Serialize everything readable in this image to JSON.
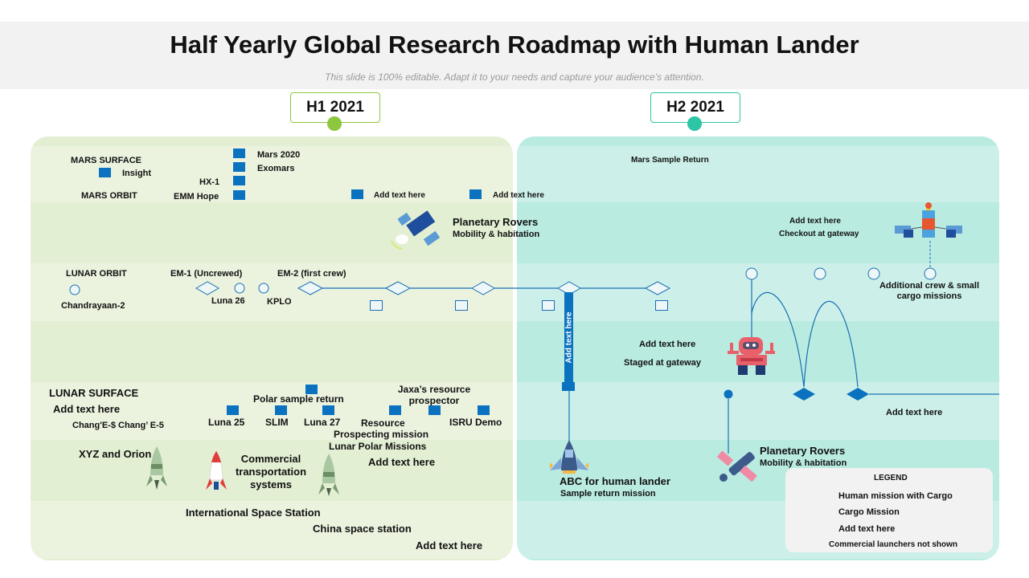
{
  "header": {
    "title": "Half Yearly Global  Research Roadmap with Human Lander",
    "subtitle": "This slide is 100% editable. Adapt it to your needs and capture your audience’s attention."
  },
  "periods": {
    "h1": {
      "label": "H1 2021",
      "color": "#8dc63f"
    },
    "h2": {
      "label": "H2 2021",
      "color": "#2ec4a6"
    }
  },
  "mars": {
    "surface": "MARS SURFACE",
    "orbit": "MARS ORBIT",
    "insight": "Insight",
    "mars2020": "Mars 2020",
    "exomars": "Exomars",
    "hx1": "HX-1",
    "emm_hope": "EMM Hope",
    "add1": "Add text here",
    "add2": "Add text here",
    "sample_return": "Mars Sample Return"
  },
  "rovers_top": {
    "title": "Planetary Rovers",
    "sub": "Mobility & habitation"
  },
  "gateway_top": {
    "line1": "Add text here",
    "line2": "Checkout at gateway"
  },
  "lunar_orbit": {
    "label": "LUNAR ORBIT",
    "chandrayaan": "Chandrayaan-2",
    "em1": "EM-1 (Uncrewed)",
    "luna26": "Luna 26",
    "kplo": "KPLO",
    "em2": "EM-2 (first crew)",
    "vertical_label": "Add text here",
    "additional_crew": "Additional crew & small cargo missions"
  },
  "gateway_mid": {
    "line1": "Add text here",
    "line2": "Staged at gateway"
  },
  "lunar_surface": {
    "label": "LUNAR  SURFACE",
    "add_text": "Add text here",
    "change": "Chang'E-$  Chang’ E-5",
    "polar_sample": "Polar sample return",
    "jaxa": "Jaxa’s resource prospector",
    "luna25": "Luna 25",
    "slim": "SLIM",
    "luna27": "Luna 27",
    "resource": "Resource",
    "prospecting": "Prospecting mission",
    "isru": "ISRU  Demo",
    "right_add": "Add text here"
  },
  "transport": {
    "xyz_orion": "XYZ and Orion",
    "commercial": "Commercial transportation systems",
    "lunar_polar": "Lunar Polar Missions",
    "add_text": "Add text here",
    "abc_title": "ABC  for human lander",
    "abc_sub": "Sample return mission"
  },
  "rovers_bottom": {
    "title": "Planetary Rovers",
    "sub": "Mobility & habitation"
  },
  "stations": {
    "iss": "International Space Station",
    "china": "China space station",
    "add_text": "Add text here"
  },
  "legend": {
    "title": "LEGEND",
    "human": "Human mission with Cargo",
    "cargo": "Cargo Mission",
    "add": "Add text here",
    "note": "Commercial launchers not shown"
  },
  "colors": {
    "blue": "#0b72c0",
    "h1_panel": "#e3efd3",
    "h2_panel": "#b9ebe1",
    "line": "#1a6fb5"
  },
  "icons": [
    "satellite-icon",
    "robot-icon",
    "rocket-icon",
    "spaceship-icon"
  ]
}
